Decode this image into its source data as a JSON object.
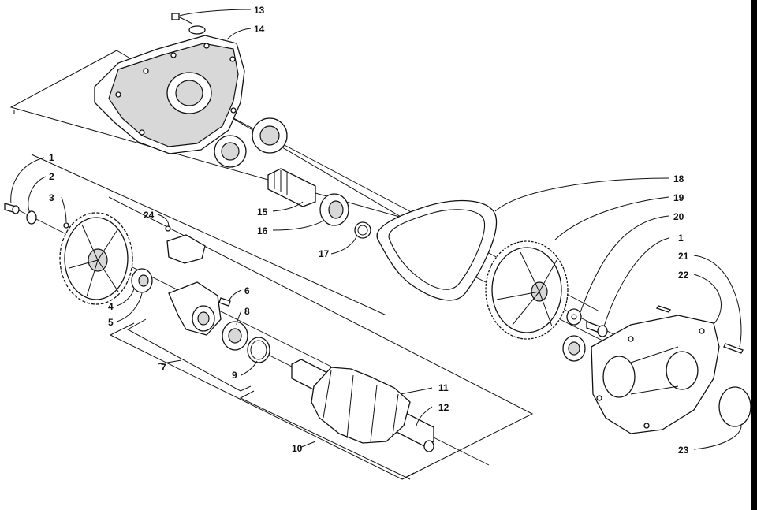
{
  "callouts": [
    {
      "id": "c1a",
      "label": "1"
    },
    {
      "id": "c2",
      "label": "2"
    },
    {
      "id": "c3",
      "label": "3"
    },
    {
      "id": "c4",
      "label": "4"
    },
    {
      "id": "c5",
      "label": "5"
    },
    {
      "id": "c6",
      "label": "6"
    },
    {
      "id": "c7",
      "label": "7"
    },
    {
      "id": "c8",
      "label": "8"
    },
    {
      "id": "c9",
      "label": "9"
    },
    {
      "id": "c10",
      "label": "10"
    },
    {
      "id": "c11",
      "label": "11"
    },
    {
      "id": "c12",
      "label": "12"
    },
    {
      "id": "c13",
      "label": "13"
    },
    {
      "id": "c14",
      "label": "14"
    },
    {
      "id": "c15",
      "label": "15"
    },
    {
      "id": "c16",
      "label": "16"
    },
    {
      "id": "c17",
      "label": "17"
    },
    {
      "id": "c18",
      "label": "18"
    },
    {
      "id": "c19",
      "label": "19"
    },
    {
      "id": "c20",
      "label": "20"
    },
    {
      "id": "c1b",
      "label": "1"
    },
    {
      "id": "c21",
      "label": "21"
    },
    {
      "id": "c22",
      "label": "22"
    },
    {
      "id": "c23",
      "label": "23"
    },
    {
      "id": "c24",
      "label": "24"
    }
  ]
}
